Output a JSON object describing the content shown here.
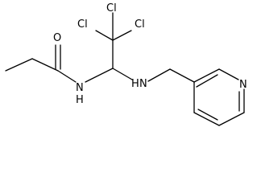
{
  "molecule": {
    "atom_labels": {
      "oxygen": "O",
      "amide_nh": "N",
      "amide_h": "H",
      "amine_h": "H",
      "amine_n": "N",
      "pyridine_n": "N",
      "chlorine_top": "Cl",
      "chlorine_left": "Cl",
      "chlorine_right": "Cl"
    },
    "colors": {
      "bond": "#000000",
      "text": "#000000",
      "background": "#ffffff"
    }
  }
}
